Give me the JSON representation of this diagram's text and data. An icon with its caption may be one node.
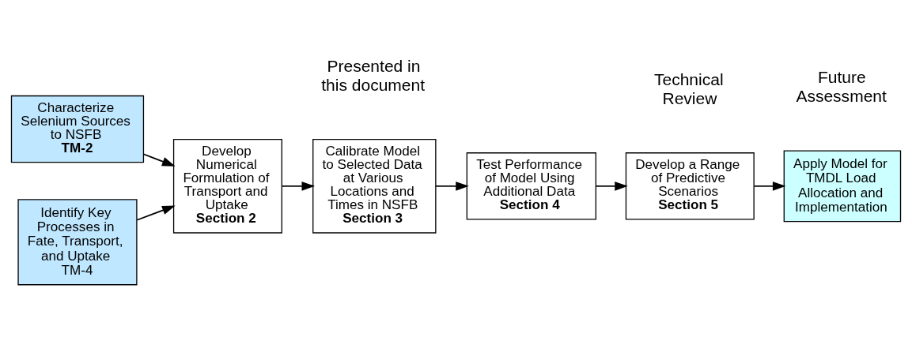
{
  "diagram": {
    "nodes": [
      {
        "text": [
          "Characterize Selenium Sources to NSFB",
          "TM-2"
        ]
      },
      {
        "text": [
          "Identify Key Processes in Fate, Transport, and Uptake",
          "TM-4"
        ]
      },
      {
        "text": [
          "Develop Numerical Formulation of Transport and Uptake",
          "Section 2"
        ]
      },
      {
        "text": [
          "Calibrate Model to Selected Data at Various Locations and Times in NSFB",
          "Section 3"
        ]
      },
      {
        "text": [
          "Test Performance of Model Using Additional Data",
          "Section 4"
        ]
      },
      {
        "text": [
          "Develop a Range of Predictive Scenarios",
          "Section 5"
        ]
      },
      {
        "text": [
          "Apply Model for TMDL Load Allocation and Implementation"
        ]
      }
    ],
    "edges": [
      {
        "from": 0,
        "to": 2,
        "arrow": "to"
      },
      {
        "from": 1,
        "to": 2,
        "arrow": "to"
      },
      {
        "from": 2,
        "to": 3,
        "arrow": "to"
      },
      {
        "from": 3,
        "to": 4,
        "arrow": "to"
      },
      {
        "from": 4,
        "to": 5,
        "arrow": "to"
      },
      {
        "from": 5,
        "to": 6,
        "arrow": "to"
      }
    ],
    "labels": [
      "Technical Review",
      "Presented in this document",
      "Future Assessment"
    ]
  }
}
